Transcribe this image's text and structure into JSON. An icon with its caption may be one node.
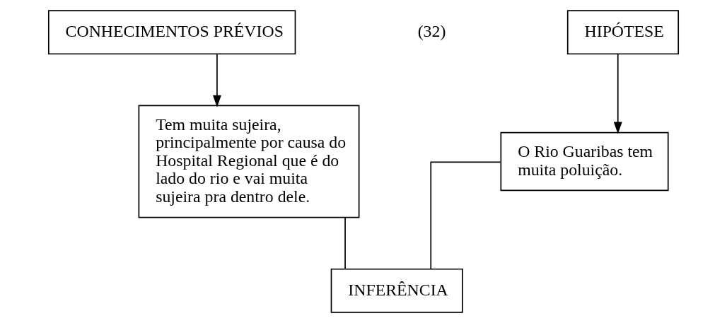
{
  "diagram": {
    "nodes": [
      {
        "text": [
          "HIPÓTESE"
        ]
      },
      {
        "text": [
          "CONHECIMENTOS PRÉVIOS"
        ]
      },
      {
        "text": [
          "O Rio Guaribas tem muita poluição."
        ]
      },
      {
        "text": [
          "Tem muita sujeira, principalmente por causa do Hospital Regional que é do lado do rio e vai muita sujeira pra dentro dele."
        ]
      },
      {
        "text": [
          "INFERÊNCIA"
        ]
      }
    ],
    "edges": [
      {
        "from": 0,
        "to": 2,
        "arrow": "to"
      },
      {
        "from": 1,
        "to": 3,
        "arrow": "to"
      },
      {
        "from": 2,
        "to": 4,
        "arrow": "none"
      },
      {
        "from": 3,
        "to": 4,
        "arrow": "none"
      }
    ],
    "labels": [
      "(32)"
    ]
  }
}
